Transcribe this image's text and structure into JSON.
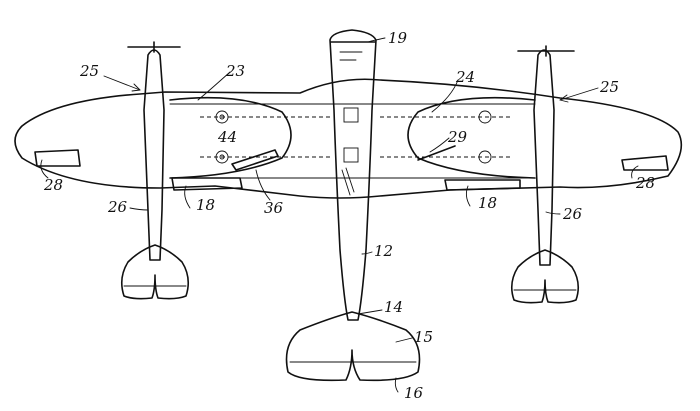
{
  "labels": {
    "n12": "12",
    "n14": "14",
    "n15": "15",
    "n16": "16",
    "n18a": "18",
    "n18b": "18",
    "n19": "19",
    "n23": "23",
    "n24": "24",
    "n25a": "25",
    "n25b": "25",
    "n26a": "26",
    "n26b": "26",
    "n28a": "28",
    "n28b": "28",
    "n29": "29",
    "n36": "36",
    "n44": "44"
  }
}
